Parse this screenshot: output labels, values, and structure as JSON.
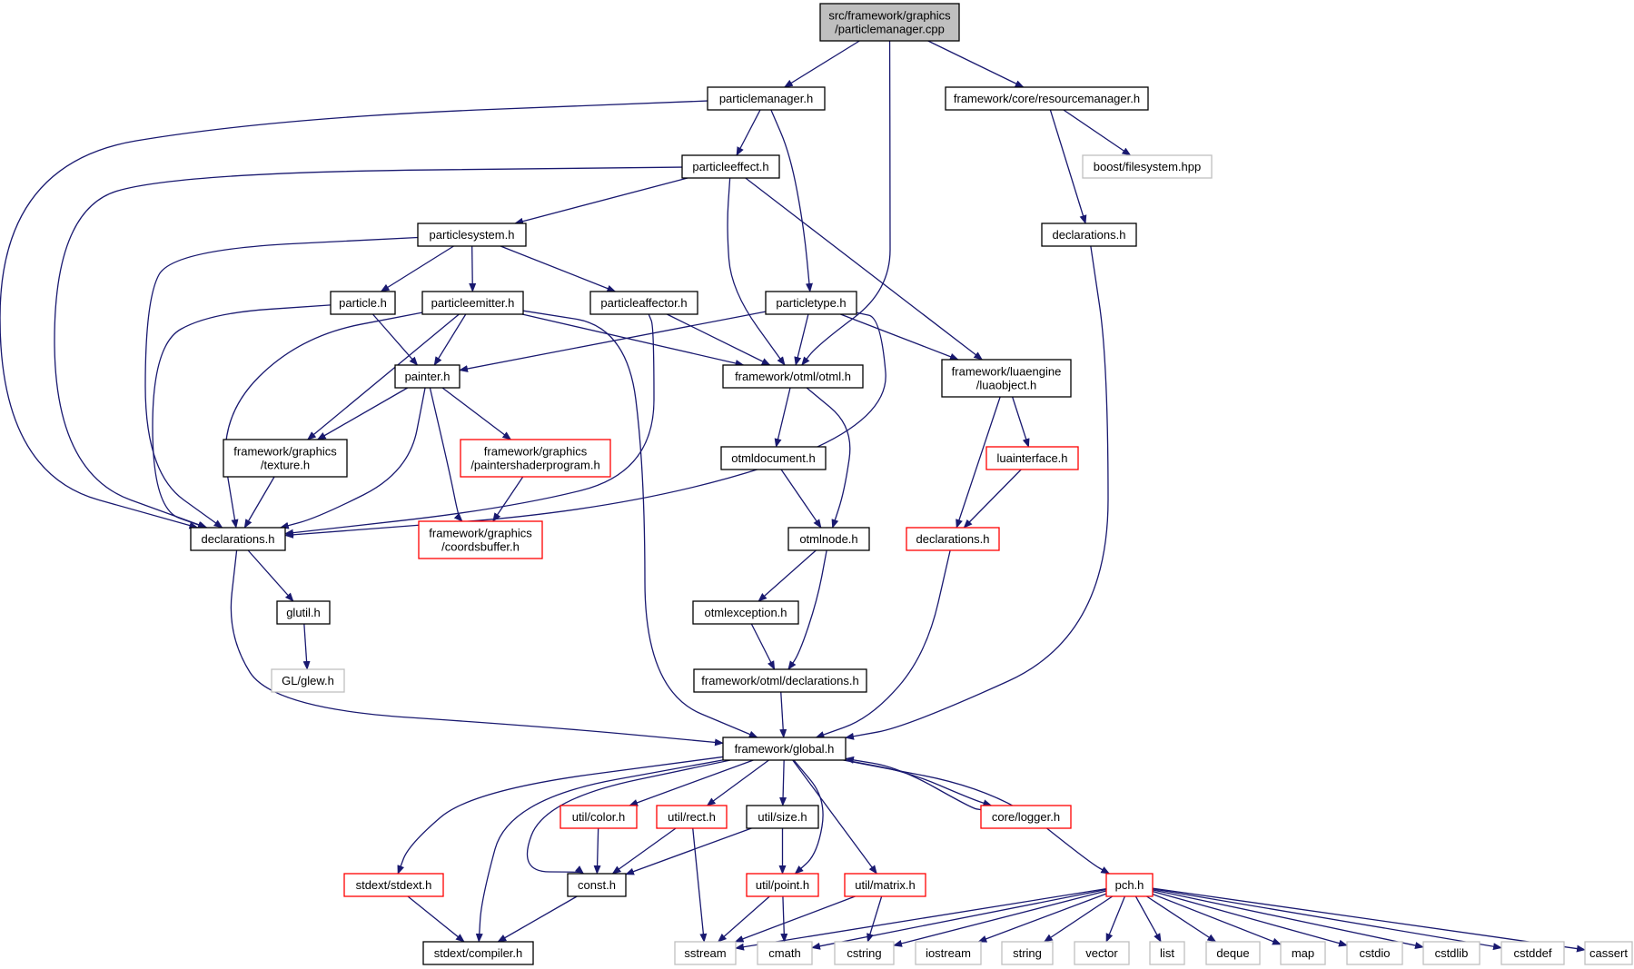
{
  "colors": {
    "edge": "#191970",
    "normal_border": "#000000",
    "truncated_border": "#ff0000",
    "external_border": "#bfbfbf",
    "root_fill": "#bfbfbf"
  },
  "nodes": [
    {
      "id": "root",
      "lines": [
        "src/framework/graphics",
        "/particlemanager.cpp"
      ],
      "style": "root"
    },
    {
      "id": "particlemanager_h",
      "lines": [
        "particlemanager.h"
      ],
      "style": "normal"
    },
    {
      "id": "resourcemanager_h",
      "lines": [
        "framework/core/resourcemanager.h"
      ],
      "style": "normal"
    },
    {
      "id": "boost_filesystem",
      "lines": [
        "boost/filesystem.hpp"
      ],
      "style": "external"
    },
    {
      "id": "particleeffect_h",
      "lines": [
        "particleeffect.h"
      ],
      "style": "normal"
    },
    {
      "id": "declarations_core",
      "lines": [
        "declarations.h"
      ],
      "style": "normal"
    },
    {
      "id": "particlesystem_h",
      "lines": [
        "particlesystem.h"
      ],
      "style": "normal"
    },
    {
      "id": "particle_h",
      "lines": [
        "particle.h"
      ],
      "style": "normal"
    },
    {
      "id": "particleemitter_h",
      "lines": [
        "particleemitter.h"
      ],
      "style": "normal"
    },
    {
      "id": "particleaffector_h",
      "lines": [
        "particleaffector.h"
      ],
      "style": "normal"
    },
    {
      "id": "particletype_h",
      "lines": [
        "particletype.h"
      ],
      "style": "normal"
    },
    {
      "id": "painter_h",
      "lines": [
        "painter.h"
      ],
      "style": "normal"
    },
    {
      "id": "otml_h",
      "lines": [
        "framework/otml/otml.h"
      ],
      "style": "normal"
    },
    {
      "id": "luaobject_h",
      "lines": [
        "framework/luaengine",
        "/luaobject.h"
      ],
      "style": "normal"
    },
    {
      "id": "texture_h",
      "lines": [
        "framework/graphics",
        "/texture.h"
      ],
      "style": "normal"
    },
    {
      "id": "paintershader_h",
      "lines": [
        "framework/graphics",
        "/paintershaderprogram.h"
      ],
      "style": "truncated"
    },
    {
      "id": "otmldocument_h",
      "lines": [
        "otmldocument.h"
      ],
      "style": "normal"
    },
    {
      "id": "luainterface_h",
      "lines": [
        "luainterface.h"
      ],
      "style": "truncated"
    },
    {
      "id": "declarations_gfx",
      "lines": [
        "declarations.h"
      ],
      "style": "normal"
    },
    {
      "id": "coordsbuffer_h",
      "lines": [
        "framework/graphics",
        "/coordsbuffer.h"
      ],
      "style": "truncated"
    },
    {
      "id": "otmlnode_h",
      "lines": [
        "otmlnode.h"
      ],
      "style": "normal"
    },
    {
      "id": "declarations_lua",
      "lines": [
        "declarations.h"
      ],
      "style": "truncated"
    },
    {
      "id": "glutil_h",
      "lines": [
        "glutil.h"
      ],
      "style": "normal"
    },
    {
      "id": "otmlexception_h",
      "lines": [
        "otmlexception.h"
      ],
      "style": "normal"
    },
    {
      "id": "glew_h",
      "lines": [
        "GL/glew.h"
      ],
      "style": "external"
    },
    {
      "id": "otml_declarations_h",
      "lines": [
        "framework/otml/declarations.h"
      ],
      "style": "normal"
    },
    {
      "id": "global_h",
      "lines": [
        "framework/global.h"
      ],
      "style": "normal"
    },
    {
      "id": "color_h",
      "lines": [
        "util/color.h"
      ],
      "style": "truncated"
    },
    {
      "id": "rect_h",
      "lines": [
        "util/rect.h"
      ],
      "style": "truncated"
    },
    {
      "id": "size_h",
      "lines": [
        "util/size.h"
      ],
      "style": "normal"
    },
    {
      "id": "logger_h",
      "lines": [
        "core/logger.h"
      ],
      "style": "truncated"
    },
    {
      "id": "stdext_h",
      "lines": [
        "stdext/stdext.h"
      ],
      "style": "truncated"
    },
    {
      "id": "const_h",
      "lines": [
        "const.h"
      ],
      "style": "normal"
    },
    {
      "id": "point_h",
      "lines": [
        "util/point.h"
      ],
      "style": "truncated"
    },
    {
      "id": "matrix_h",
      "lines": [
        "util/matrix.h"
      ],
      "style": "truncated"
    },
    {
      "id": "pch_h",
      "lines": [
        "pch.h"
      ],
      "style": "truncated"
    },
    {
      "id": "compiler_h",
      "lines": [
        "stdext/compiler.h"
      ],
      "style": "normal"
    },
    {
      "id": "sstream",
      "lines": [
        "sstream"
      ],
      "style": "external"
    },
    {
      "id": "cmath",
      "lines": [
        "cmath"
      ],
      "style": "external"
    },
    {
      "id": "cstring",
      "lines": [
        "cstring"
      ],
      "style": "external"
    },
    {
      "id": "iostream",
      "lines": [
        "iostream"
      ],
      "style": "external"
    },
    {
      "id": "string",
      "lines": [
        "string"
      ],
      "style": "external"
    },
    {
      "id": "vector",
      "lines": [
        "vector"
      ],
      "style": "external"
    },
    {
      "id": "list",
      "lines": [
        "list"
      ],
      "style": "external"
    },
    {
      "id": "deque",
      "lines": [
        "deque"
      ],
      "style": "external"
    },
    {
      "id": "map",
      "lines": [
        "map"
      ],
      "style": "external"
    },
    {
      "id": "cstdio",
      "lines": [
        "cstdio"
      ],
      "style": "external"
    },
    {
      "id": "cstdlib",
      "lines": [
        "cstdlib"
      ],
      "style": "external"
    },
    {
      "id": "cstddef",
      "lines": [
        "cstddef"
      ],
      "style": "external"
    },
    {
      "id": "cassert",
      "lines": [
        "cassert"
      ],
      "style": "external"
    }
  ],
  "edges": [
    [
      "root",
      "particlemanager_h"
    ],
    [
      "root",
      "otml_h"
    ],
    [
      "root",
      "resourcemanager_h"
    ],
    [
      "particlemanager_h",
      "declarations_gfx"
    ],
    [
      "particlemanager_h",
      "particleeffect_h"
    ],
    [
      "particlemanager_h",
      "particletype_h"
    ],
    [
      "resourcemanager_h",
      "declarations_core"
    ],
    [
      "resourcemanager_h",
      "boost_filesystem"
    ],
    [
      "particleeffect_h",
      "declarations_gfx"
    ],
    [
      "particleeffect_h",
      "particlesystem_h"
    ],
    [
      "particleeffect_h",
      "otml_h"
    ],
    [
      "particleeffect_h",
      "luaobject_h"
    ],
    [
      "declarations_core",
      "global_h"
    ],
    [
      "particlesystem_h",
      "declarations_gfx"
    ],
    [
      "particlesystem_h",
      "particle_h"
    ],
    [
      "particlesystem_h",
      "particleemitter_h"
    ],
    [
      "particlesystem_h",
      "particleaffector_h"
    ],
    [
      "particle_h",
      "declarations_gfx"
    ],
    [
      "particle_h",
      "painter_h"
    ],
    [
      "particleemitter_h",
      "declarations_gfx"
    ],
    [
      "particleemitter_h",
      "painter_h"
    ],
    [
      "particleemitter_h",
      "texture_h"
    ],
    [
      "particleemitter_h",
      "otml_h"
    ],
    [
      "particleemitter_h",
      "global_h"
    ],
    [
      "particleaffector_h",
      "declarations_gfx"
    ],
    [
      "particleaffector_h",
      "otml_h"
    ],
    [
      "particletype_h",
      "painter_h"
    ],
    [
      "particletype_h",
      "otml_h"
    ],
    [
      "particletype_h",
      "luaobject_h"
    ],
    [
      "particletype_h",
      "declarations_gfx"
    ],
    [
      "painter_h",
      "declarations_gfx"
    ],
    [
      "painter_h",
      "texture_h"
    ],
    [
      "painter_h",
      "paintershader_h"
    ],
    [
      "painter_h",
      "coordsbuffer_h"
    ],
    [
      "texture_h",
      "declarations_gfx"
    ],
    [
      "paintershader_h",
      "coordsbuffer_h"
    ],
    [
      "otml_h",
      "otmldocument_h"
    ],
    [
      "otml_h",
      "otmlnode_h"
    ],
    [
      "otmldocument_h",
      "otmlnode_h"
    ],
    [
      "luaobject_h",
      "luainterface_h"
    ],
    [
      "luaobject_h",
      "declarations_lua"
    ],
    [
      "luainterface_h",
      "declarations_lua"
    ],
    [
      "declarations_gfx",
      "glutil_h"
    ],
    [
      "declarations_gfx",
      "global_h"
    ],
    [
      "glutil_h",
      "glew_h"
    ],
    [
      "otmlnode_h",
      "otmlexception_h"
    ],
    [
      "otmlnode_h",
      "otml_declarations_h"
    ],
    [
      "otmlexception_h",
      "otml_declarations_h"
    ],
    [
      "otml_declarations_h",
      "global_h"
    ],
    [
      "declarations_lua",
      "global_h"
    ],
    [
      "global_h",
      "stdext_h"
    ],
    [
      "global_h",
      "compiler_h"
    ],
    [
      "global_h",
      "const_h"
    ],
    [
      "global_h",
      "color_h"
    ],
    [
      "global_h",
      "rect_h"
    ],
    [
      "global_h",
      "size_h"
    ],
    [
      "global_h",
      "point_h"
    ],
    [
      "global_h",
      "matrix_h"
    ],
    [
      "global_h",
      "logger_h"
    ],
    [
      "global_h",
      "pch_h"
    ],
    [
      "logger_h",
      "global_h"
    ],
    [
      "color_h",
      "const_h"
    ],
    [
      "rect_h",
      "const_h"
    ],
    [
      "rect_h",
      "sstream"
    ],
    [
      "size_h",
      "const_h"
    ],
    [
      "size_h",
      "point_h"
    ],
    [
      "stdext_h",
      "compiler_h"
    ],
    [
      "const_h",
      "compiler_h"
    ],
    [
      "point_h",
      "sstream"
    ],
    [
      "point_h",
      "cmath"
    ],
    [
      "matrix_h",
      "sstream"
    ],
    [
      "matrix_h",
      "cstring"
    ],
    [
      "pch_h",
      "sstream"
    ],
    [
      "pch_h",
      "cmath"
    ],
    [
      "pch_h",
      "cstring"
    ],
    [
      "pch_h",
      "iostream"
    ],
    [
      "pch_h",
      "string"
    ],
    [
      "pch_h",
      "vector"
    ],
    [
      "pch_h",
      "list"
    ],
    [
      "pch_h",
      "deque"
    ],
    [
      "pch_h",
      "map"
    ],
    [
      "pch_h",
      "cstdio"
    ],
    [
      "pch_h",
      "cstdlib"
    ],
    [
      "pch_h",
      "cstddef"
    ],
    [
      "pch_h",
      "cassert"
    ]
  ]
}
